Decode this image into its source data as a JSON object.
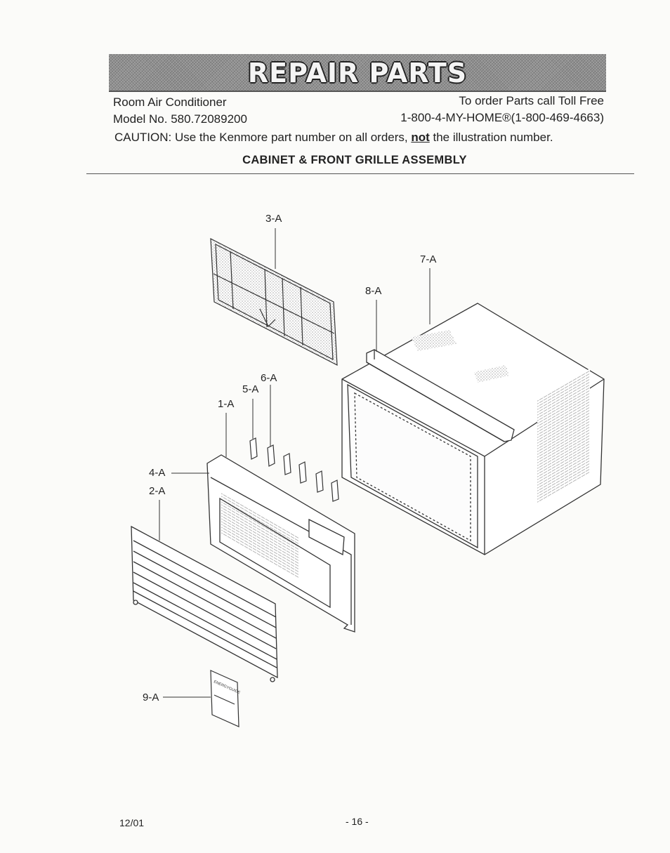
{
  "banner": {
    "title": "REPAIR PARTS"
  },
  "header": {
    "product": "Room Air Conditioner",
    "model": "Model No. 580.72089200",
    "order_line": "To order Parts call Toll Free",
    "phone": "1-800-4-MY-HOME®(1-800-469-4663)"
  },
  "caution": {
    "prefix": "CAUTION: Use the Kenmore part number on all orders, ",
    "emphasis": "not",
    "suffix": " the illustration number."
  },
  "section_title": "CABINET & FRONT GRILLE ASSEMBLY",
  "callouts": {
    "a1": "1-A",
    "a2": "2-A",
    "a3": "3-A",
    "a4": "4-A",
    "a5": "5-A",
    "a6": "6-A",
    "a7": "7-A",
    "a8": "8-A",
    "a9": "9-A"
  },
  "label_card": {
    "text": "ENERGYGUIDE"
  },
  "footer": {
    "date": "12/01",
    "page": "- 16 -"
  }
}
